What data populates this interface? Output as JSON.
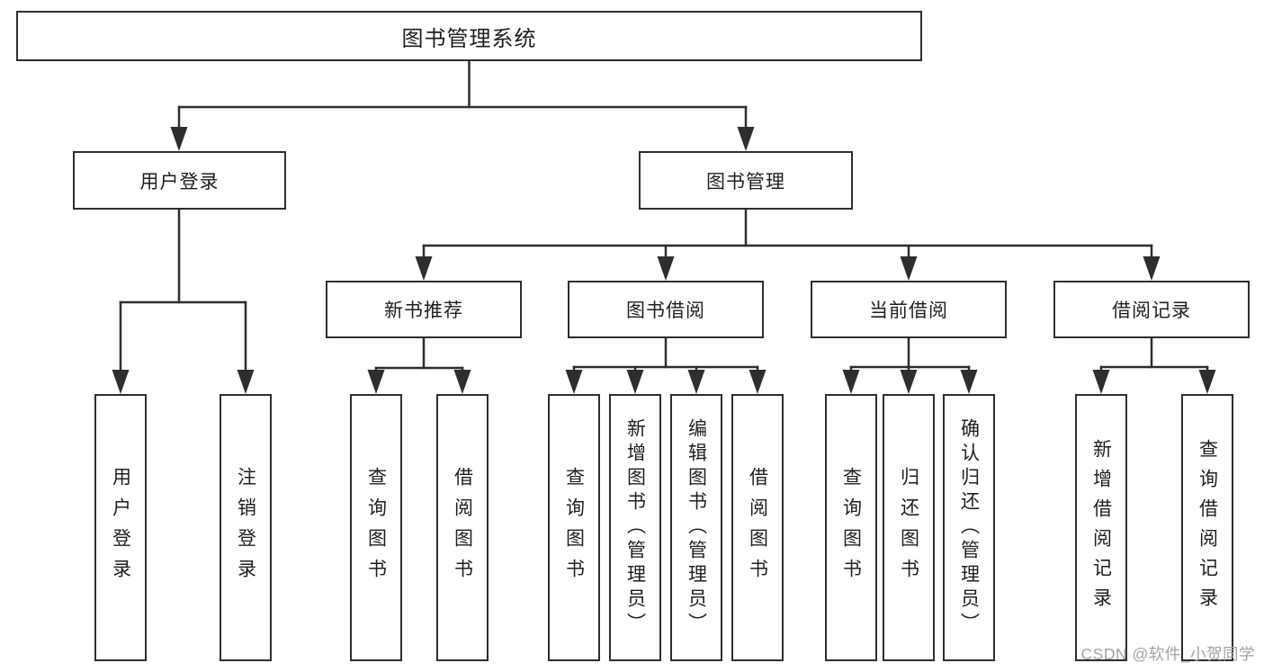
{
  "diagram_title": "图书管理系统",
  "tree": {
    "label": "图书管理系统",
    "children": [
      {
        "label": "用户登录",
        "children": [
          {
            "label": "用户登录"
          },
          {
            "label": "注销登录"
          }
        ]
      },
      {
        "label": "图书管理",
        "children": [
          {
            "label": "新书推荐",
            "children": [
              {
                "label": "查询图书"
              },
              {
                "label": "借阅图书"
              }
            ]
          },
          {
            "label": "图书借阅",
            "children": [
              {
                "label": "查询图书"
              },
              {
                "label": "新增图书（管理员）"
              },
              {
                "label": "编辑图书（管理员）"
              },
              {
                "label": "借阅图书"
              }
            ]
          },
          {
            "label": "当前借阅",
            "children": [
              {
                "label": "查询图书"
              },
              {
                "label": "归还图书"
              },
              {
                "label": "确认归还（管理员）"
              }
            ]
          },
          {
            "label": "借阅记录",
            "children": [
              {
                "label": "新增借阅记录"
              },
              {
                "label": "查询借阅记录"
              }
            ]
          }
        ]
      }
    ]
  },
  "watermark": {
    "text": "CSDN @软件_小贺同学"
  },
  "colors": {
    "line": "#2e2e2e",
    "box_border": "#2e2e2e",
    "text": "#1f1f1f",
    "watermark": "#a3a3a3",
    "background": "#ffffff"
  }
}
